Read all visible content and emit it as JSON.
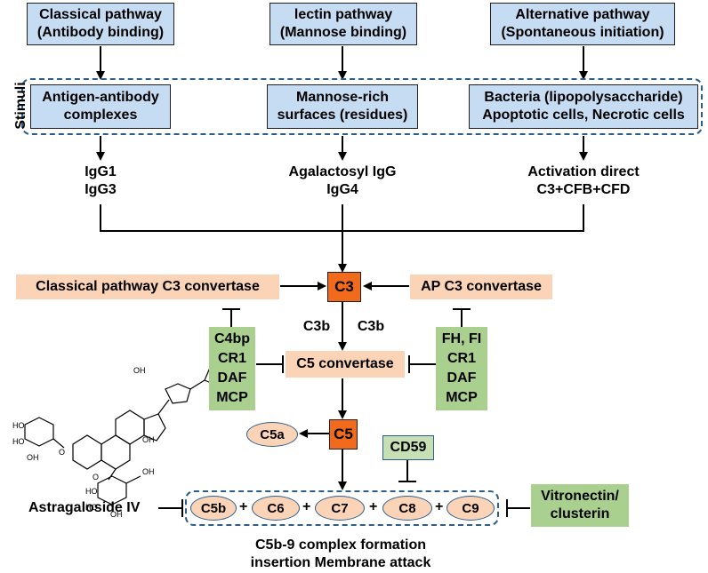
{
  "pathways": [
    {
      "line1": "Classical pathway",
      "line2": "(Antibody binding)"
    },
    {
      "line1": "lectin pathway",
      "line2": "(Mannose binding)"
    },
    {
      "line1": "Alternative pathway",
      "line2": "(Spontaneous initiation)"
    }
  ],
  "stimuli_label": "Stimuli",
  "stimuli": [
    {
      "line1": "Antigen-antibody",
      "line2": "complexes"
    },
    {
      "line1": "Mannose-rich",
      "line2": "surfaces (residues)"
    },
    {
      "line1": "Bacteria (lipopolysaccharide)",
      "line2": "Apoptotic cells, Necrotic cells"
    }
  ],
  "mediators": [
    {
      "line1": "IgG1",
      "line2": "IgG3"
    },
    {
      "line1": "Agalactosyl IgG",
      "line2": "IgG4"
    },
    {
      "line1": "Activation direct",
      "line2": "C3+CFB+CFD"
    }
  ],
  "c3": "C3",
  "classical_convertase": "Classical pathway C3 convertase",
  "ap_convertase": "AP C3 convertase",
  "c3b_left": "C3b",
  "c3b_right": "C3b",
  "c5_convertase": "C5 convertase",
  "left_regulators": [
    "C4bp",
    "CR1",
    "DAF",
    "MCP"
  ],
  "right_regulators": [
    "FH, FI",
    "CR1",
    "DAF",
    "MCP"
  ],
  "c5": "C5",
  "c5a": "C5a",
  "cd59": "CD59",
  "mac_components": [
    "C5b",
    "C6",
    "C7",
    "C8",
    "C9"
  ],
  "plus": "+",
  "inhibitor_left": "Astragaloside IV",
  "inhibitor_right": [
    "Vitronectin/",
    "clusterin"
  ],
  "caption": [
    "C5b-9 complex formation",
    "insertion Membrane attack"
  ]
}
